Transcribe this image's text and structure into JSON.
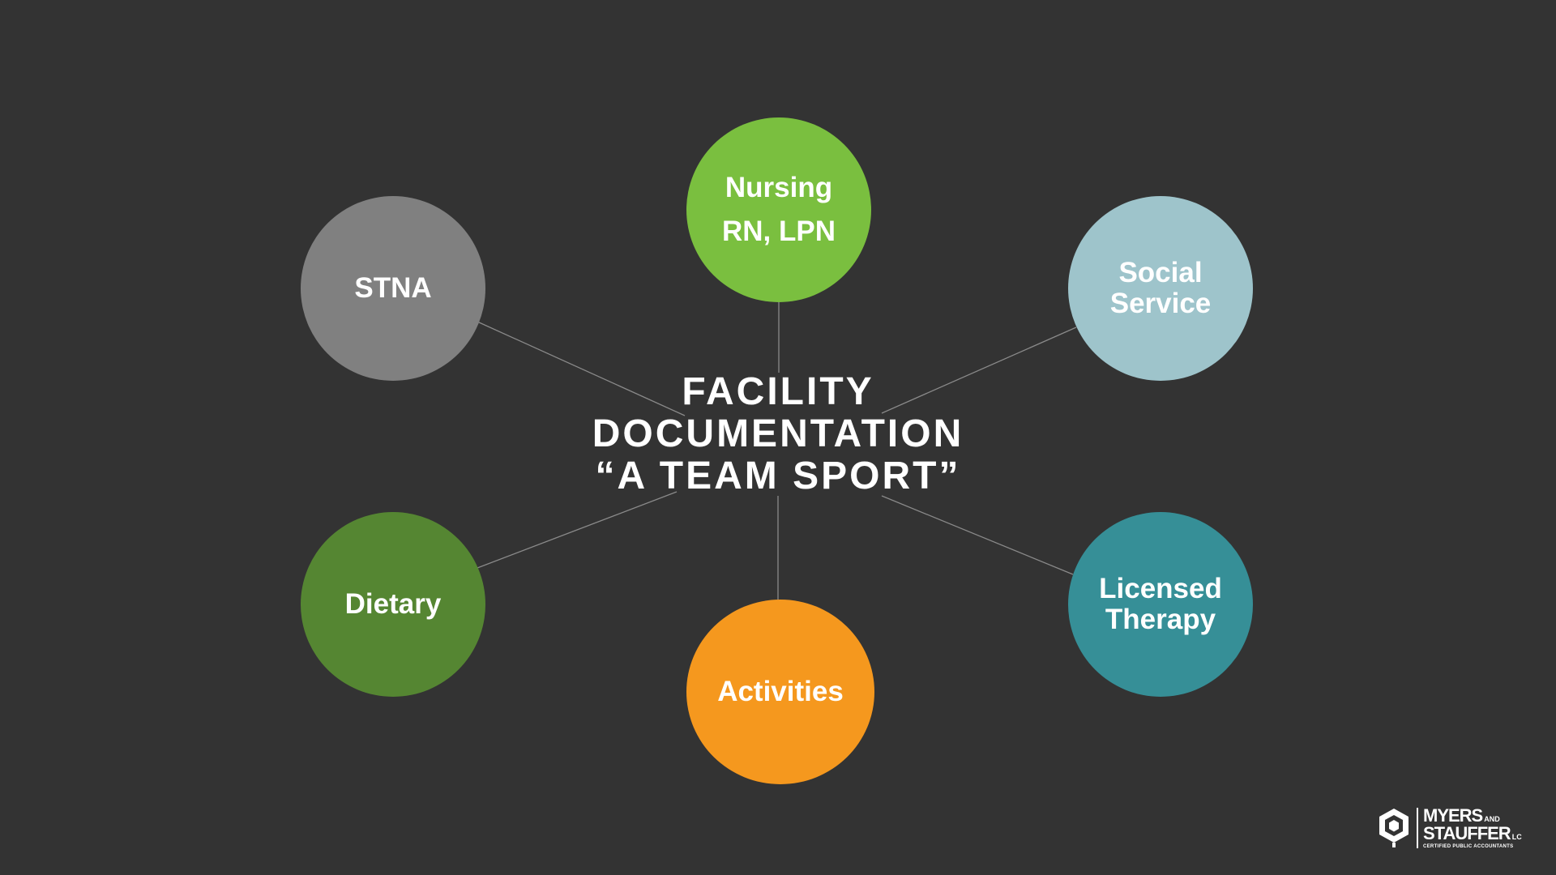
{
  "center": {
    "line1": "FACILITY",
    "line2": "DOCUMENTATION",
    "line3": "“A TEAM SPORT”"
  },
  "nodes": {
    "nursing": {
      "line1": "Nursing",
      "line2": "RN, LPN",
      "color": "#7ABF3F"
    },
    "stna": {
      "label": "STNA",
      "color": "#808080"
    },
    "social": {
      "line1": "Social",
      "line2": "Service",
      "color": "#9EC4CB"
    },
    "dietary": {
      "label": "Dietary",
      "color": "#558632"
    },
    "activities": {
      "label": "Activities",
      "color": "#F5981E"
    },
    "therapy": {
      "line1": "Licensed",
      "line2": "Therapy",
      "color": "#368F97"
    }
  },
  "connector_color": "#8A8A8A",
  "background": "#333333",
  "logo": {
    "name_line1": "MYERS",
    "and": "AND",
    "name_line2": "STAUFFER",
    "suffix": "LC",
    "tagline": "CERTIFIED PUBLIC ACCOUNTANTS"
  }
}
